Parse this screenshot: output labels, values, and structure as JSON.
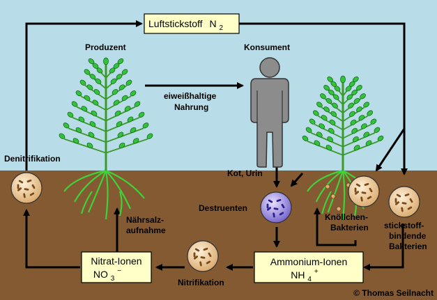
{
  "title": {
    "text": "Luftstickstoff",
    "formula": "N",
    "sub": "2"
  },
  "labels": {
    "producer": "Produzent",
    "consumer": "Konsument",
    "food": [
      "eiweißhaltige",
      "Nahrung"
    ],
    "denitrification": "Denitrifikation",
    "waste": "Kot, Urin",
    "decomposers": "Destruenten",
    "nutrient_uptake": [
      "Nährsalz-",
      "aufnahme"
    ],
    "nodule_bacteria": [
      "Knöllchen-",
      "Bakterien"
    ],
    "nitrogen_fixing_bacteria": [
      "stickstoff-",
      "bindende",
      "Bakterien"
    ],
    "nitrification": "Nitrifikation",
    "copyright": "© Thomas Seilnacht"
  },
  "boxes": {
    "nitrate": {
      "line1": "Nitrat-Ionen",
      "formula": "NO",
      "sub": "3",
      "sup": "−"
    },
    "ammonium": {
      "line1": "Ammonium-Ionen",
      "formula": "NH",
      "sub": "4",
      "sup": "+"
    }
  },
  "colors": {
    "sky": "#b9dde8",
    "soil": "#845a32",
    "box": "#ffffc8",
    "producer_label": "#1f9a1f",
    "consumer_label": "#a01818",
    "decomposer_label": "#1a1a9a",
    "leaf": "#33c23c",
    "stem": "#3a9a2a",
    "root": "#3fd23a",
    "person": "#8c8c8c",
    "microbe": "#e8c896",
    "decomposer_microbe": "#9a8ae0",
    "copyright": "#bcbcbc"
  }
}
